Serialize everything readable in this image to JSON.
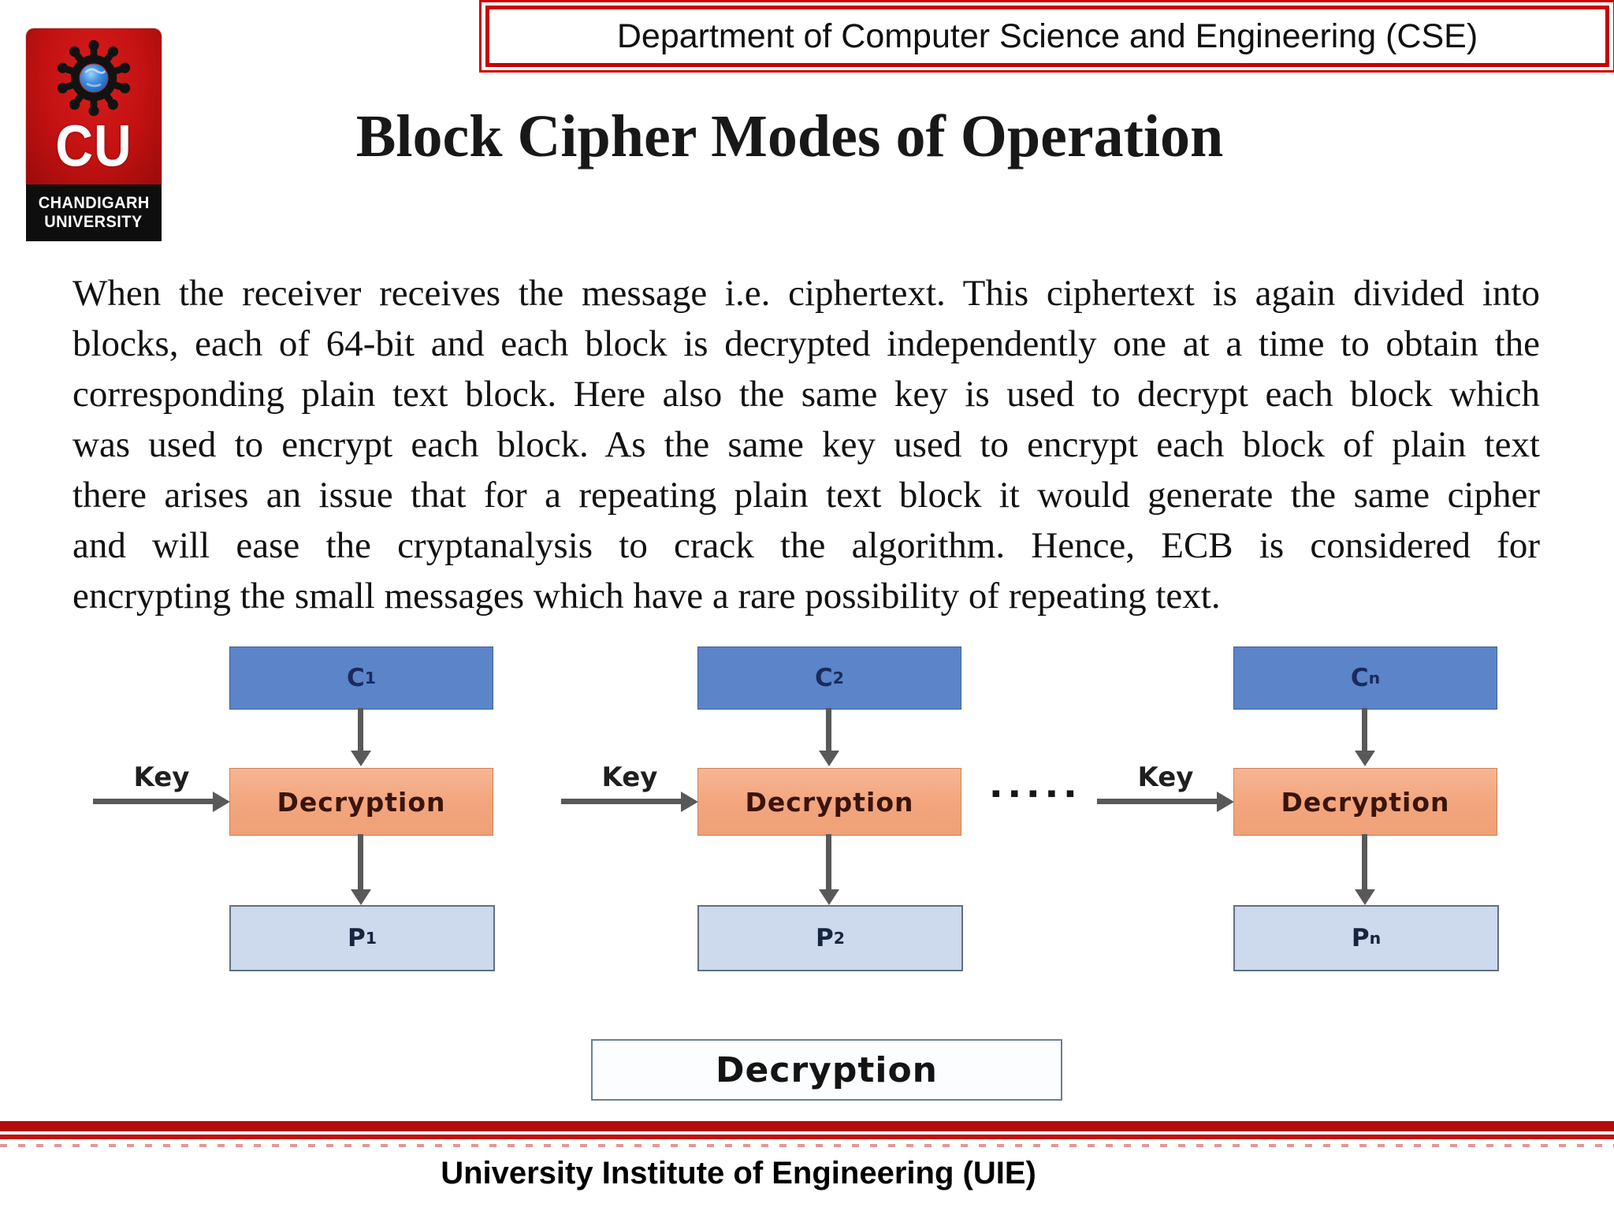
{
  "logo": {
    "abbr": "CU",
    "university_line1": "CHANDIGARH",
    "university_line2": "UNIVERSITY"
  },
  "header": {
    "department": "Department of Computer Science and Engineering (CSE)"
  },
  "title": "Block Cipher Modes of Operation",
  "body": {
    "lines": [
      "When the receiver receives the message i.e. ciphertext. This ciphertext is again divided into",
      "blocks, each of 64-bit and each block is decrypted independently one at a time to obtain the",
      "corresponding plain text block. Here also the same key is used to decrypt each block which",
      "was used to encrypt each block. As the same key used to encrypt each block of plain text",
      "there arises an issue that for a repeating plain text block it would generate the same cipher",
      "and will ease the cryptanalysis to crack the algorithm. Hence, ECB is considered for",
      "encrypting the small messages which have a rare possibility of repeating text."
    ]
  },
  "diagram": {
    "key_label": "Key",
    "dots": "▪▪▪▪▪",
    "columns": [
      {
        "cipher": "C",
        "cipher_sub": "1",
        "process": "Decryption",
        "plain": "P",
        "plain_sub": "1"
      },
      {
        "cipher": "C",
        "cipher_sub": "2",
        "process": "Decryption",
        "plain": "P",
        "plain_sub": "2"
      },
      {
        "cipher": "C",
        "cipher_sub": "n",
        "process": "Decryption",
        "plain": "P",
        "plain_sub": "n"
      }
    ],
    "caption": "Decryption",
    "colors": {
      "cipher_box": "#5b84c9",
      "process_box": "#f3a57e",
      "plain_box": "#cdd9ec",
      "arrow": "#595959",
      "accent_red": "#c00000"
    }
  },
  "footer": {
    "institute": "University Institute of Engineering (UIE)"
  }
}
